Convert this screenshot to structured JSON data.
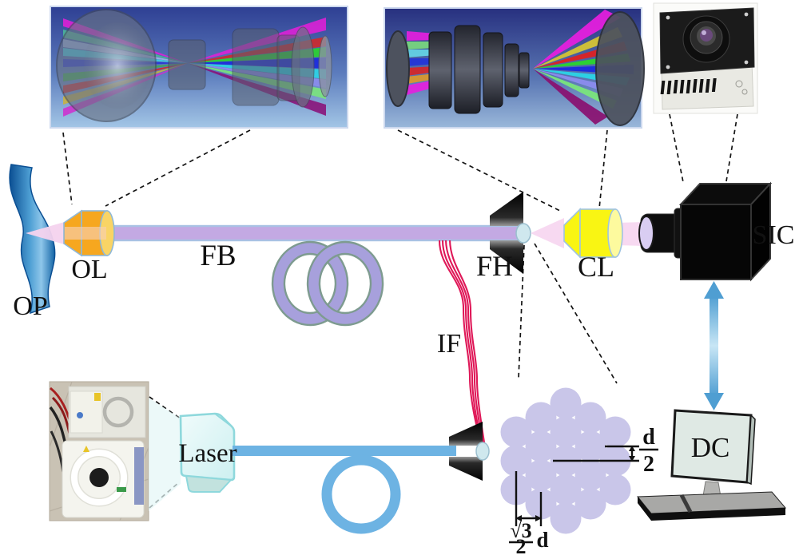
{
  "labels": {
    "op": "OP",
    "ol": "OL",
    "fb": "FB",
    "fh": "FH",
    "if": "IF",
    "cl": "CL",
    "sic": "SIC",
    "laser": "Laser",
    "dc": "DC"
  },
  "annotations": {
    "core_offset": {
      "numerator": "d",
      "denominator": "2"
    },
    "core_pitch": {
      "numerator": "√3",
      "denominator": "2",
      "suffix": "d"
    }
  },
  "colors": {
    "fiber_bundle": "#c3a9e3",
    "bundle_loops": "#a7a0dc",
    "laser_fiber": "#6db3e3",
    "illumination_fiber": "#df1858",
    "objective_lens": "#f6a71f",
    "collection_lens": "#f9f513",
    "beam_pink": "#f7d9f1",
    "fiber_cores": "#c9c6e9",
    "signal_arrow": "#4f9ed2"
  }
}
